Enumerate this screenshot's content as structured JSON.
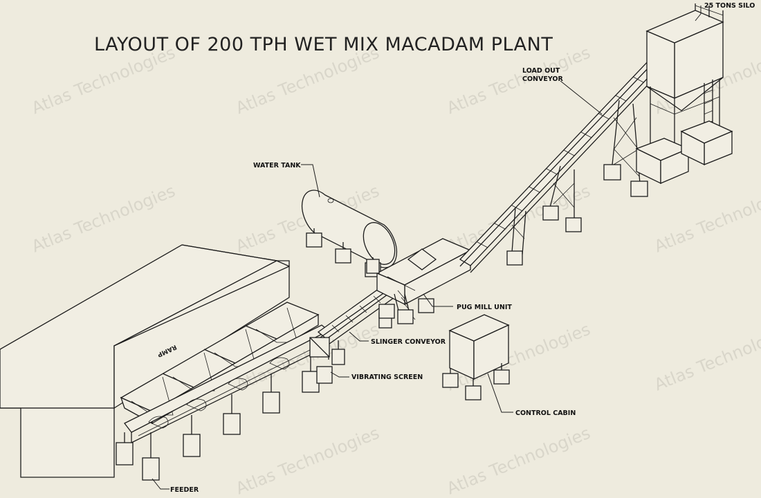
{
  "title": "LAYOUT OF 200 TPH WET MIX MACADAM PLANT",
  "watermark": "Atlas Technologies",
  "ramp_text": "RAMP",
  "labels": {
    "silo": "25 TONS SILO",
    "load_out_line1": "LOAD OUT",
    "load_out_line2": "CONVEYOR",
    "water_tank": "WATER TANK",
    "pug_mill": "PUG MILL UNIT",
    "slinger": "SLINGER CONVEYOR",
    "vibrating_screen": "VIBRATING SCREEN",
    "control_cabin": "CONTROL CABIN",
    "feeder": "FEEDER"
  }
}
